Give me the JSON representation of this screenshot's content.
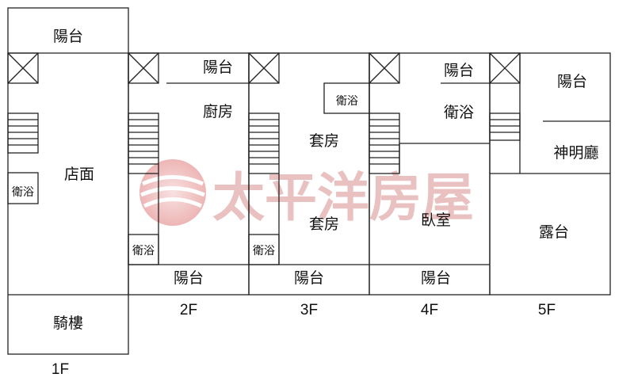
{
  "floors": {
    "f1": {
      "label": "1F",
      "rooms": {
        "balcony": "陽台",
        "shop": "店面",
        "bathroom": "衛浴",
        "arcade": "騎樓"
      }
    },
    "f2": {
      "label": "2F",
      "rooms": {
        "balcony_top": "陽台",
        "kitchen": "廚房",
        "bathroom": "衛浴",
        "balcony_bottom": "陽台"
      }
    },
    "f3": {
      "label": "3F",
      "rooms": {
        "bathroom_top": "衛浴",
        "suite_top": "套房",
        "suite_bottom": "套房",
        "bathroom_bottom": "衛浴",
        "balcony": "陽台"
      }
    },
    "f4": {
      "label": "4F",
      "rooms": {
        "balcony_top": "陽台",
        "bathroom": "衛浴",
        "bedroom": "臥室",
        "balcony_bottom": "陽台"
      }
    },
    "f5": {
      "label": "5F",
      "rooms": {
        "balcony": "陽台",
        "shrine_hall": "神明廳",
        "terrace": "露台"
      }
    }
  },
  "watermark": {
    "text": "太平洋房屋",
    "logo_icon": "pacific-house-logo-icon",
    "color": "#d98f8f"
  }
}
